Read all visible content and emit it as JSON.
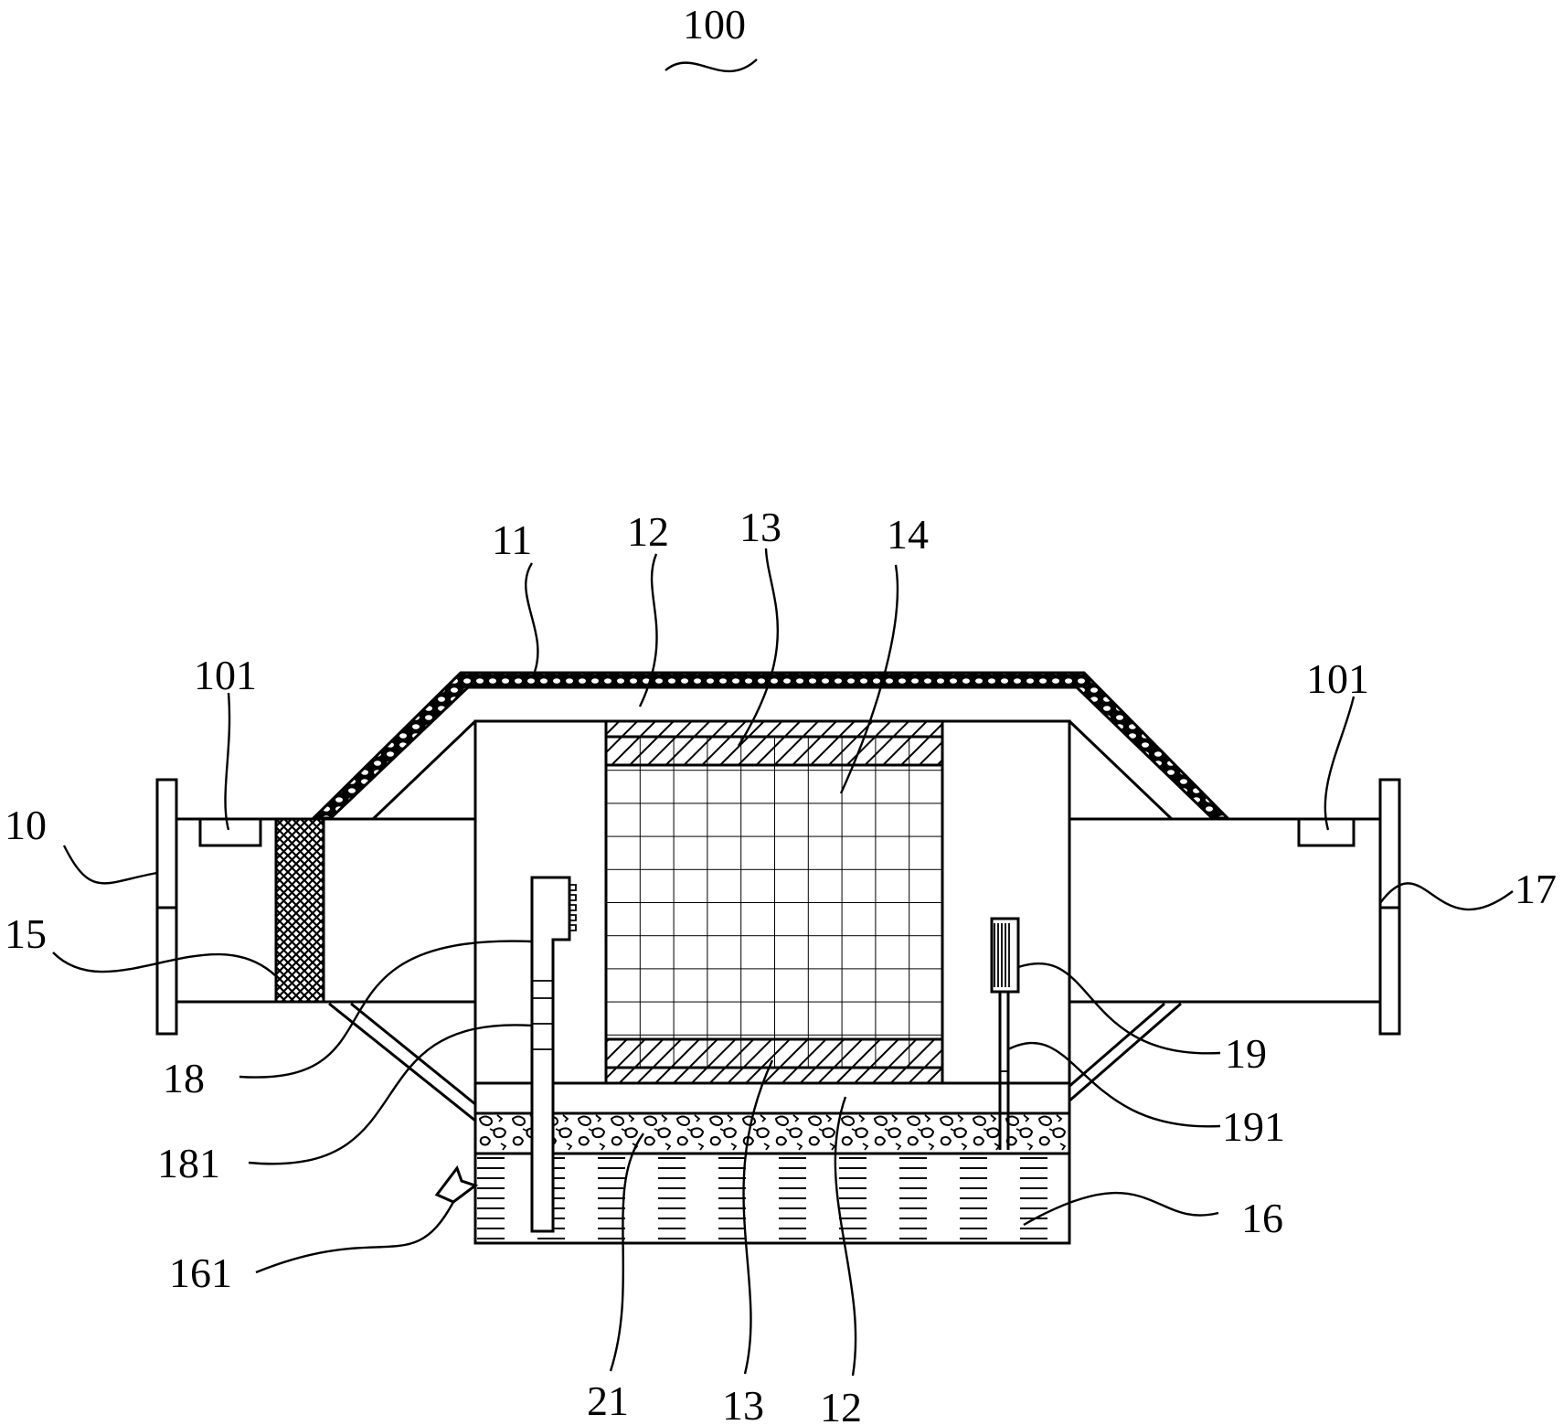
{
  "figure_number": "100",
  "labels": {
    "l10": "10",
    "l11": "11",
    "l12_top": "12",
    "l13_top": "13",
    "l14": "14",
    "l15": "15",
    "l16": "16",
    "l17": "17",
    "l18": "18",
    "l181": "181",
    "l19": "19",
    "l191": "191",
    "l21": "21",
    "l13_bottom": "13",
    "l12_bottom": "12",
    "l161": "161",
    "l101_left": "101",
    "l101_right": "101"
  },
  "colors": {
    "ink": "#000000",
    "paper": "#ffffff"
  }
}
